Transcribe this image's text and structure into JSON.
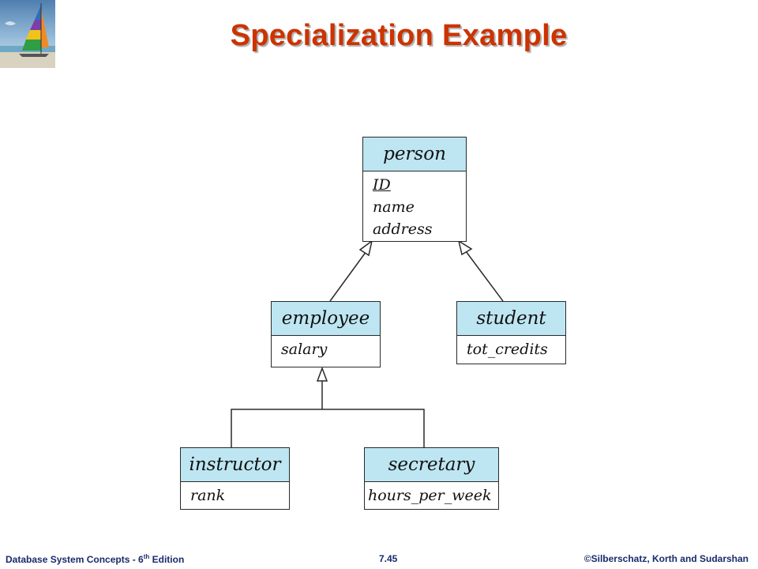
{
  "title": "Specialization Example",
  "logo": {
    "name": "sailboat-logo"
  },
  "entities": {
    "person": {
      "name": "person",
      "attributes": [
        "ID",
        "name",
        "address"
      ],
      "key": "ID"
    },
    "employee": {
      "name": "employee",
      "attributes": [
        "salary"
      ]
    },
    "student": {
      "name": "student",
      "attributes": [
        "tot_credits"
      ]
    },
    "instructor": {
      "name": "instructor",
      "attributes": [
        "rank"
      ]
    },
    "secretary": {
      "name": "secretary",
      "attributes": [
        "hours_per_week"
      ]
    }
  },
  "footer": {
    "left_prefix": "Database  System Concepts  - 6",
    "left_sup": "th",
    "left_suffix": " Edition",
    "center": "7.45",
    "right": "©Silberschatz, Korth and Sudarshan"
  },
  "colors": {
    "title": "#cc3300",
    "entity_header": "#bde6f2",
    "footer_text": "#1a2a6c"
  }
}
